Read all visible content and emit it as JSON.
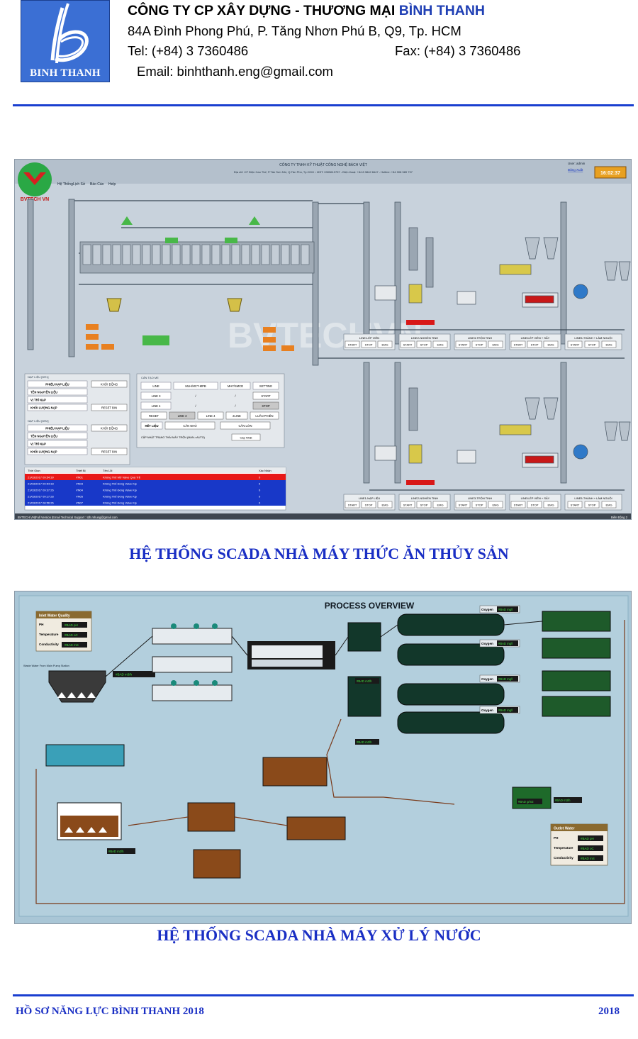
{
  "letterhead": {
    "logo_text": "BINH THANH",
    "company_prefix": "CÔNG TY  CP XÂY DỰNG - THƯƠNG MẠI ",
    "company_accent": "BÌNH THANH",
    "address": "84A  Đình Phong Phú, P. Tăng Nhơn Phú B, Q9, Tp. HCM",
    "tel": "Tel: (+84) 3 7360486",
    "fax": "Fax: (+84) 3 7360486",
    "email": "Email: binhthanh.eng@gmail.com"
  },
  "scada1": {
    "header_company": "CÔNG TY TNHH KỸ THUẬT CÔNG NGHỆ BÁCH VIỆT",
    "header_address": "Địa chỉ: 2/7 Điện Cao Thế, P.Tân Sơn Nhì, Q.Tân Phú, Tp.HCM :: MST: 0305619757 - Điện thoại: +84 8 3842 6647 - Hotline: +84 908 589 797",
    "menu": [
      "Hệ Thống",
      "Lịch Sử",
      "Báo Cáo",
      "Help"
    ],
    "user_label": "User: admin",
    "logout_label": "Đăng Xuất",
    "clock_time": "16:02:37",
    "logo_text": "BVTECH VN",
    "watermark": "BVTECHVN",
    "feed_label": "Nạp Liệu",
    "line_labels_top": [
      "LINE1-ÉP VIÊN",
      "LINE2-NGHIỀN TINH",
      "LINE3-TRỘN TINH",
      "LINE4-ÉP VIÊN + SẤY",
      "LINE5-THÀNH + LÀM NGUỘI"
    ],
    "line_labels_bottom": [
      "LINE1-NẠP LIỆU",
      "LINE2-NGHIỀN TINH",
      "LINE3-TRỘN TINH",
      "LINE4-ÉP VIÊN + SẤY",
      "LINE5-THÀNH + LÀM NGUỘI"
    ],
    "ctrl_buttons": [
      "START",
      "STOP",
      "EMG"
    ],
    "form_left_title": "NẠP LIỆU [DR1]",
    "form_left_title2": "NẠP LIỆU [DR2]",
    "form_left_rows": [
      "PHIẾU NẠP LIỆU",
      "TÊN NGUYÊN LIỆU",
      "VỊ TRÍ NẠP",
      "KHỐI LƯỢNG NẠP"
    ],
    "form_left_btn_start": "KHỞI ĐỘNG",
    "form_left_btn_reset": "RESET BIN",
    "form_mid_title": "CẢN TẠO ME",
    "form_mid_headers": [
      "LINE",
      "MLH/MCT-MPB",
      "MH7/SMCD",
      "SETTING"
    ],
    "form_mid_rows": [
      [
        "LINE 3",
        "/",
        "/",
        "START"
      ],
      [
        "LINE 4",
        "/",
        "/",
        "STOP"
      ]
    ],
    "form_mid_row3": [
      "RESET",
      "LINE 3",
      "LINE 4",
      "2LINE",
      "LUÂN PHIÊN"
    ],
    "form_mid_het": "HẾT LIỆU",
    "form_mid_can": [
      "CÂN NHỎ",
      "CÂN LỚN"
    ],
    "form_mid_update": "CẬP NHẬT TRẠNG THÁI MÁY TRỘN (MAN->AUTO)",
    "form_mid_update_btn": "Cập Nhật",
    "alarm_headers": [
      "Thời Gian",
      "Thiết Bị",
      "Tên Lỗi",
      "Xác Nhận"
    ],
    "alarm_rows": [
      [
        "21/03/2017 09:54:39",
        "VN01",
        "Không Thể Mở Valve Quá Trễ",
        "0"
      ],
      [
        "21/03/2017 09:54:33",
        "VN03",
        "Không Thể Đóng Valve Kịp",
        "0"
      ],
      [
        "21/03/2017 09:37:26",
        "VN04",
        "Không Thể Đóng Valve Kịp",
        "0"
      ],
      [
        "21/03/2017 09:17:28",
        "VN05",
        "Không Thể Đóng Valve Kịp",
        "0"
      ],
      [
        "21/03/2017 08:56:26",
        "VN07",
        "Không Thể Đóng Valve Kịp",
        "0"
      ]
    ],
    "status_bar": "BVTECH.VN|Full Version  |Email Technical Support : tdh.mhung@gmail.com",
    "status_right": "Biến Động 2"
  },
  "scada2": {
    "title": "PROCESS OVERVIEW",
    "inlet_title": "Inlet Water Quality",
    "outlet_title": "Outlet Water",
    "quality_rows": [
      [
        "PH",
        "#BAD pH"
      ],
      [
        "Temperature",
        "#BAD oC"
      ],
      [
        "Conductivity",
        "#BAD mS"
      ]
    ],
    "oxygen_label": "Oxygen",
    "oxygen_value": "#BAD mg/l",
    "flow_value": "#BAD m3/h",
    "conc_value": "#BAD g/m3",
    "inlet_caption": "Waste Water From Main Pump Station"
  },
  "captions": {
    "caption1": "HỆ THỐNG SCADA NHÀ MÁY THỨC ĂN THỦY SẢN",
    "caption2": "HỆ THỐNG SCADA NHÀ MÁY XỬ LÝ NƯỚC"
  },
  "footer": {
    "left": "HỒ SƠ NĂNG LỰC BÌNH THANH 2018",
    "right": "2018"
  }
}
